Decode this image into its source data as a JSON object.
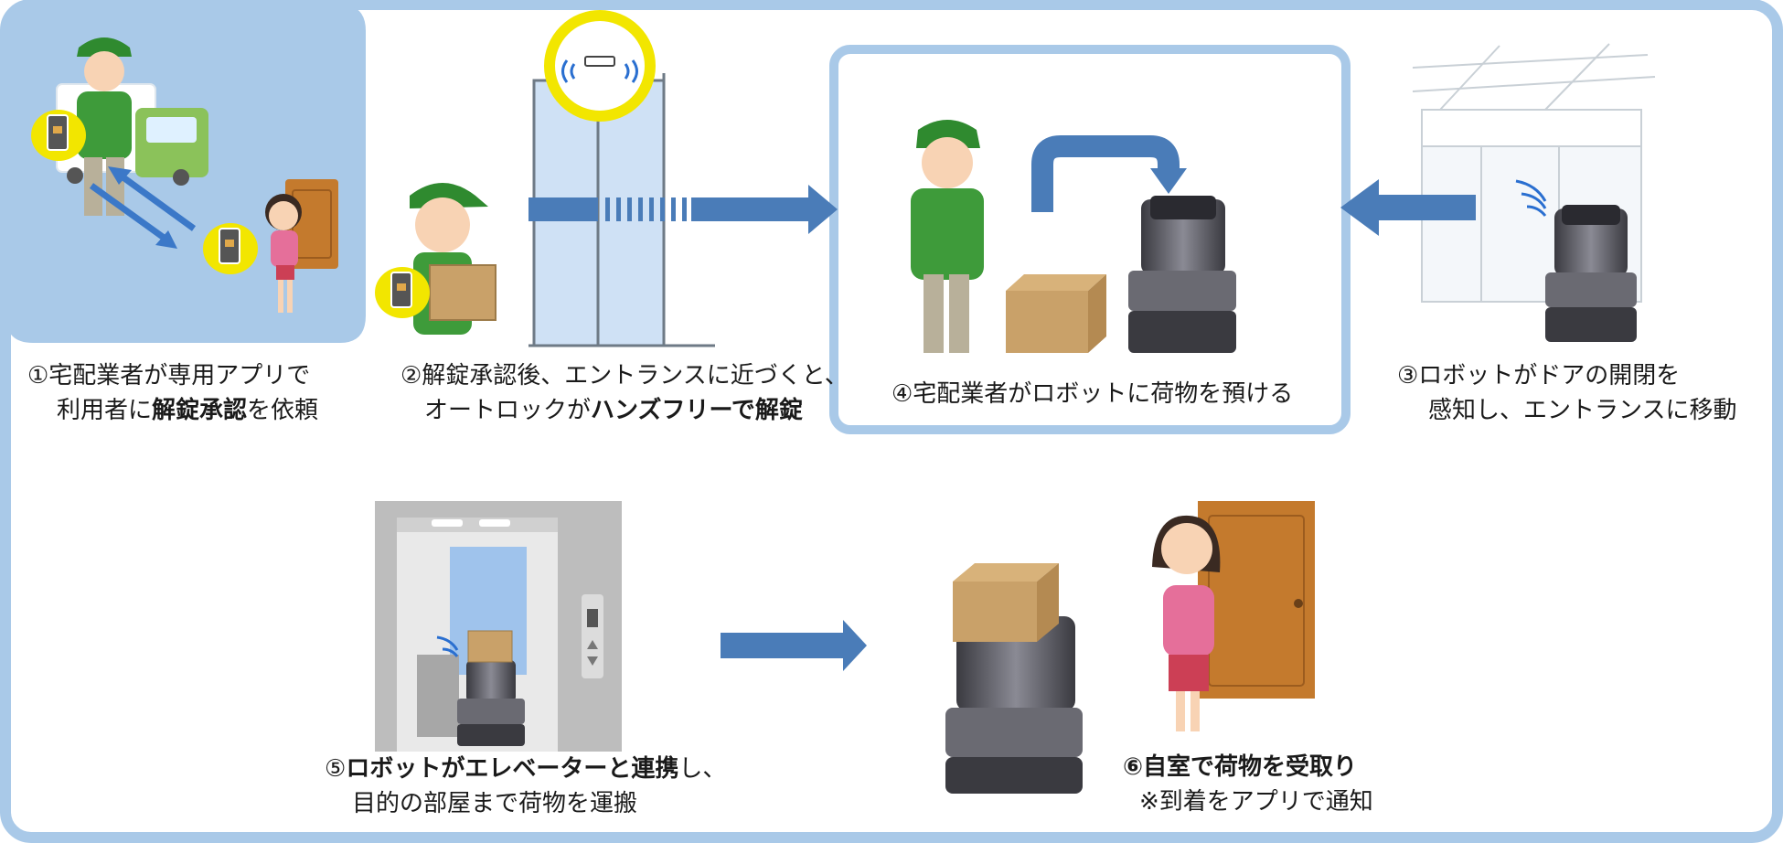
{
  "colors": {
    "frame": "#a9c9e8",
    "panel": "#a9c9e8",
    "arrow": "#4a7cb8",
    "uniform": "#3e9b3a",
    "cap_green": "#2f8a2f",
    "box": "#c9a169",
    "door": "#c47a2d",
    "robot": "#5a5a62",
    "sign": "#f2e600",
    "woman_top": "#e56f9a"
  },
  "icons": [
    "delivery-worker-icon",
    "delivery-truck-icon",
    "smartphone-lock-icon",
    "woman-icon",
    "door-icon",
    "entrance-door-icon",
    "wireless-signal-icon",
    "cardboard-box-icon",
    "delivery-robot-icon",
    "elevator-icon",
    "curved-arrow-icon",
    "arrow-right-icon",
    "arrow-left-icon"
  ],
  "steps": {
    "s1": {
      "l1_pre": "①宅配業者が専用アプリで",
      "l2_pre": "利用者に",
      "l2_bold": "解錠承認",
      "l2_post": "を依頼"
    },
    "s2": {
      "l1_pre": "②解錠承認後、エントランスに近づくと、",
      "l2_pre": "オートロックが",
      "l2_bold": "ハンズフリーで解錠"
    },
    "s3": {
      "l1_pre": "③ロボットがドアの開閉を",
      "l2_pre": "感知し、エントランスに移動"
    },
    "s4": {
      "l1_pre": "④宅配業者がロボットに荷物を預ける"
    },
    "s5": {
      "num": "⑤",
      "l1_bold": "ロボットがエレベーターと連携",
      "l1_post": "し、",
      "l2_pre": "目的の部屋まで荷物を運搬"
    },
    "s6": {
      "l1_bold": "⑥自室で荷物を受取り",
      "l2_pre": "※到着をアプリで通知"
    }
  }
}
